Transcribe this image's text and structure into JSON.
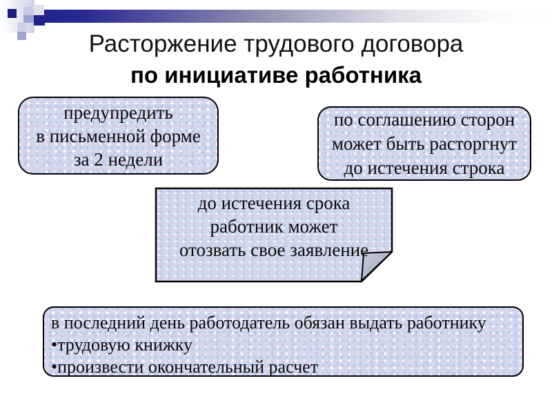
{
  "slide": {
    "title": {
      "line1": "Расторжение трудового договора",
      "line2": "по инициативе работника"
    }
  },
  "boxes": {
    "notice_period": {
      "lines": [
        "предупредить",
        "в письменной форме",
        "за 2 недели"
      ]
    },
    "mutual_agreement": {
      "lines": [
        "по соглашению сторон",
        "может быть расторгнут",
        "до истечения строка"
      ]
    },
    "withdraw_application": {
      "lines": [
        "до истечения срока",
        "работник может",
        "отозвать свое заявление"
      ]
    },
    "last_day_obligations": {
      "lines": [
        "в последний день работодатель обязан выдать работнику",
        "•трудовую книжку",
        "•произвести окончательный расчет"
      ]
    }
  },
  "colors": {
    "accent_navy": "#21218a",
    "box_fill": "#cfdaec",
    "box_border": "#000000",
    "fold_flap": "#aab0c4",
    "text": "#111111"
  }
}
